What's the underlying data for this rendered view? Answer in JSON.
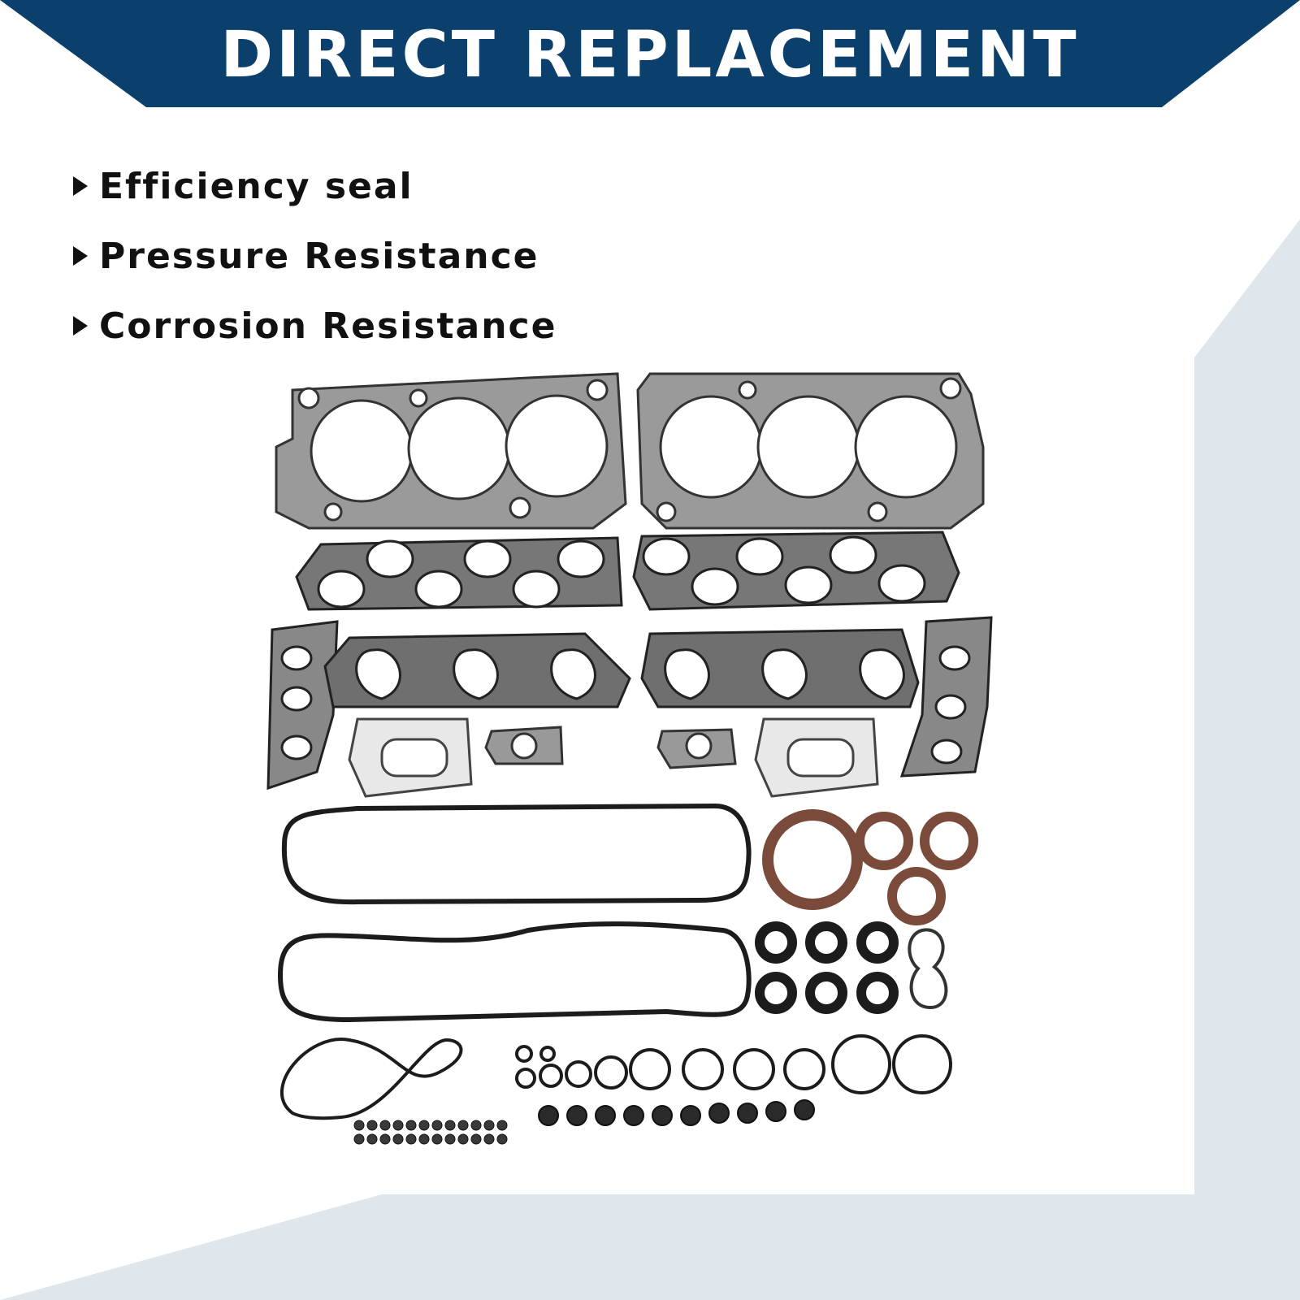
{
  "banner": {
    "title": "DIRECT REPLACEMENT",
    "color": "#0b3f6c"
  },
  "background": {
    "accent_color": "#dfe6ec"
  },
  "features": [
    {
      "label": "Efficiency seal",
      "icon": "triangle-bullet-icon"
    },
    {
      "label": "Pressure Resistance",
      "icon": "triangle-bullet-icon"
    },
    {
      "label": "Corrosion Resistance",
      "icon": "triangle-bullet-icon"
    }
  ],
  "product": {
    "icon": "gasket-kit-image",
    "gasket_color": "#8a8a8a",
    "seal_color": "#7a4a3a",
    "ring_color": "#1c1c1c"
  }
}
